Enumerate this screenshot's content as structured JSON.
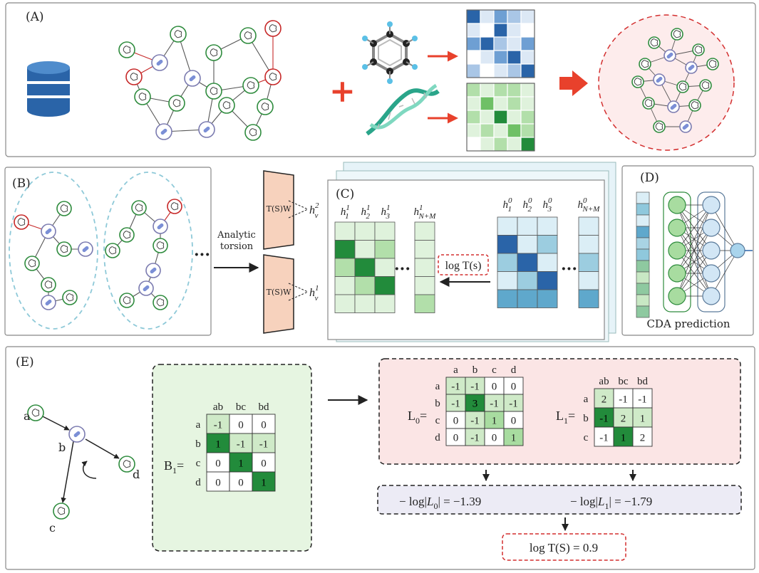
{
  "panels": {
    "A": "(A)",
    "B": "(B)",
    "C": "(C)",
    "D": "(D)",
    "E": "(E)"
  },
  "plus": "+",
  "panel_b": {
    "dots": "···",
    "arrow_label_1": "Analytic",
    "arrow_label_2": "torsion",
    "box_label": "T(S)W",
    "h_top": "h",
    "h_top_sup": "2",
    "h_top_sub": "v",
    "h_bot": "h",
    "h_bot_sup": "1",
    "h_bot_sub": "v"
  },
  "panel_c": {
    "left_headers": [
      {
        "b": "h",
        "sup": "1",
        "sub": "1"
      },
      {
        "b": "h",
        "sup": "1",
        "sub": "2"
      },
      {
        "b": "h",
        "sup": "1",
        "sub": "3"
      },
      {
        "b": "h",
        "sup": "1",
        "sub": "N+M"
      }
    ],
    "right_headers": [
      {
        "b": "h",
        "sup": "0",
        "sub": "1"
      },
      {
        "b": "h",
        "sup": "0",
        "sub": "2"
      },
      {
        "b": "h",
        "sup": "0",
        "sub": "3"
      },
      {
        "b": "h",
        "sup": "0",
        "sub": "N+M"
      }
    ],
    "log_label": "log T(s)",
    "dots": "···"
  },
  "panel_d": {
    "label": "CDA prediction"
  },
  "panel_e": {
    "node_labels": [
      "a",
      "b",
      "c",
      "d"
    ],
    "B1": {
      "name": "B",
      "name_sub": "1",
      "eq": "=",
      "cols": [
        "ab",
        "bc",
        "bd"
      ],
      "rows": [
        "a",
        "b",
        "c",
        "d"
      ],
      "values": [
        [
          "-1",
          "0",
          "0"
        ],
        [
          "1",
          "-1",
          "-1"
        ],
        [
          "0",
          "1",
          "0"
        ],
        [
          "0",
          "0",
          "1"
        ]
      ]
    },
    "L0": {
      "name": "L",
      "name_sub": "0",
      "eq": "=",
      "cols": [
        "a",
        "b",
        "c",
        "d"
      ],
      "rows": [
        "a",
        "b",
        "c",
        "d"
      ],
      "values": [
        [
          "-1",
          "-1",
          "0",
          "0"
        ],
        [
          "-1",
          "3",
          "-1",
          "-1"
        ],
        [
          "0",
          "-1",
          "1",
          "0"
        ],
        [
          "0",
          "-1",
          "0",
          "1"
        ]
      ]
    },
    "L1": {
      "name": "L",
      "name_sub": "1",
      "eq": "=",
      "cols": [
        "ab",
        "bc",
        "bd"
      ],
      "rows": [
        "a",
        "b",
        "c"
      ],
      "values": [
        [
          "2",
          "-1",
          "-1"
        ],
        [
          "-1",
          "2",
          "1"
        ],
        [
          "-1",
          "1",
          "2"
        ]
      ]
    },
    "eq0": {
      "prefix": "− log|",
      "L": "L",
      "sub": "0",
      "suffix": "| = −1.39"
    },
    "eq1": {
      "prefix": "− log|",
      "L": "L",
      "sub": "1",
      "suffix": "| = −1.79"
    },
    "result": "log T(S) = 0.9"
  },
  "colors": {
    "red": "#e8412c",
    "dashed_red": "#d32f2f",
    "blue_db": "#2a64a8",
    "green_node": "#2e8b3d",
    "red_node": "#c62828",
    "purple_node": "#7b7bb0",
    "green_fill": "#e6f5e1",
    "pink_fill": "#fbe5e5",
    "lavender_fill": "#ecebf5",
    "peach": "#f7d2bd",
    "light_blue": "#8ec9d8"
  }
}
